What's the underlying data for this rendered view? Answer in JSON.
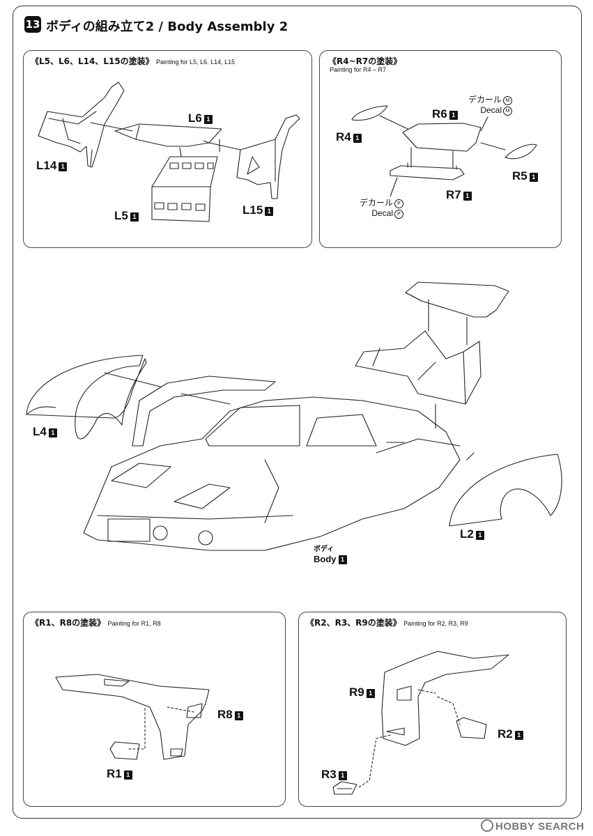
{
  "step": {
    "number": "13",
    "title": "ボディの組み立て2 / Body Assembly 2"
  },
  "panels": {
    "l_group": {
      "title_jp": "《L5、L6、L14、L15の塗装》",
      "title_en": "Painting for L5, L6. L14, L15",
      "parts": {
        "l6": "L6",
        "l14": "L14",
        "l5": "L5",
        "l15": "L15"
      }
    },
    "r4_group": {
      "title_jp": "《R4~R7の塗装》",
      "title_en": "Painting for R4 – R7",
      "parts": {
        "r6": "R6",
        "r4": "R4",
        "r5": "R5",
        "r7": "R7"
      },
      "decal_m": {
        "jp": "デカール",
        "en": "Decal",
        "mark": "M"
      },
      "decal_p": {
        "jp": "デカール",
        "en": "Decal",
        "mark": "P"
      }
    },
    "r1_group": {
      "title_jp": "《R1、R8の塗装》",
      "title_en": "Painting for R1, R8",
      "parts": {
        "r8": "R8",
        "r1": "R1"
      }
    },
    "r2_group": {
      "title_jp": "《R2、R3、R9の塗装》",
      "title_en": "Painting for R2, R3, R9",
      "parts": {
        "r9": "R9",
        "r2": "R2",
        "r3": "R3"
      }
    }
  },
  "main": {
    "l4": "L4",
    "l2": "L2",
    "body_jp": "ボディ",
    "body_en": "Body"
  },
  "qty": "1",
  "watermark": "HOBBY SEARCH"
}
